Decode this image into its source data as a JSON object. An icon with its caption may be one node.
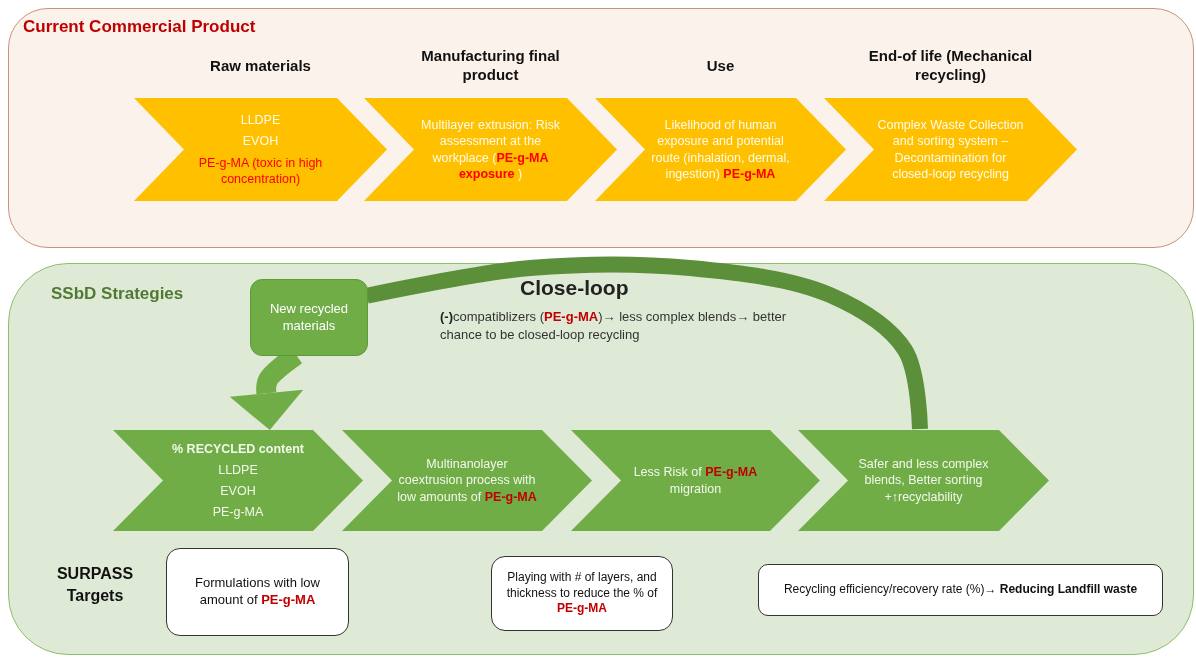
{
  "diagram": {
    "nodes": [
      {
        "text": [
          "Current Commercial Product"
        ]
      },
      {
        "text": [
          "Raw materials",
          "LLDPE",
          "EVOH",
          "PE-g-MA (toxic in high concentration)"
        ],
        "in": 0
      },
      {
        "text": [
          "Manufacturing final product",
          "Multilayer extrusion: Risk assessment at the workplace (**PE-g-MA exposure** )"
        ],
        "in": 0
      },
      {
        "text": [
          "Use",
          "Likelihood of human exposure and potential route (inhalation, dermal, ingestion) **PE-g-MA**"
        ],
        "in": 0
      },
      {
        "text": [
          "End-of life (Mechanical recycling)",
          "Complex Waste Collection and sorting system – Decontamination for closed-loop recycling"
        ],
        "in": 0
      },
      {
        "text": [
          "SSbD Strategies"
        ]
      },
      {
        "text": [
          "New recycled materials"
        ],
        "in": 5
      },
      {
        "text": [
          "% RECYCLED content",
          "LLDPE",
          "EVOH",
          "PE-g-MA"
        ],
        "in": 5
      },
      {
        "text": [
          "Multinanolayer coextrusion process with low amounts of **PE-g-MA**"
        ],
        "in": 5
      },
      {
        "text": [
          "Less Risk of **PE-g-MA** migration"
        ],
        "in": 5
      },
      {
        "text": [
          "Safer and less complex blends, Better sorting +↑recyclability"
        ],
        "in": 5
      },
      {
        "text": [
          "Formulations with low amount of **PE-g-MA**"
        ],
        "in": 5
      },
      {
        "text": [
          "Playing with # of layers, and thickness to reduce the % of **PE-g-MA**"
        ],
        "in": 5
      },
      {
        "text": [
          "Recycling efficiency/recovery rate (%)→ **Reducing Landfill waste**"
        ],
        "in": 5
      }
    ],
    "edges": [
      {
        "from": 10,
        "to": 6,
        "arrow": "none",
        "color": "#5b8f3a"
      },
      {
        "from": 6,
        "to": 7,
        "arrow": "to"
      }
    ],
    "labels": [
      "Close-loop",
      "**(-)**compatiblizers (**PE-g-MA**)→ less complex blends→ better chance to be closed-loop recycling",
      "SURPASS Targets"
    ]
  }
}
